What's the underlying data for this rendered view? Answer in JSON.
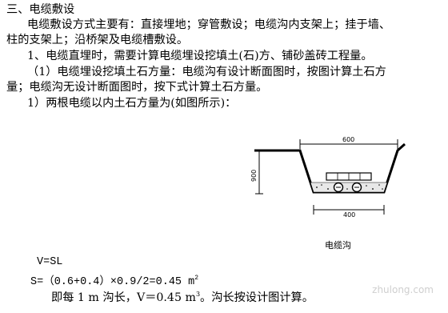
{
  "doc": {
    "heading": "三、电缆敷设",
    "p1_line1": "电缆敷设方式主要有：直接埋地；穿管敷设；电缆沟内支架上；挂于墙、",
    "p1_line2": "柱的支架上；沿桥架及电缆槽敷设。",
    "p2": "1、电缆直埋时，需要计算电缆埋设挖填土(石)方、铺砂盖砖工程量。",
    "p3_line1": "（1）电缆埋设挖填土石方量：电缆沟有设计断面图时，按图计算土石方",
    "p3_line2": "量；电缆沟无设计断面图时，按下式计算土石方量。",
    "p4": "1）两根电缆以内土石方量为(如图所示)："
  },
  "figure": {
    "top_width": "600",
    "depth": "900",
    "bottom_width": "400",
    "caption": "电缆沟"
  },
  "formula": {
    "f1": "V=SL",
    "f2": "S=（0.6+0.4）×0.9/2=0.45 m",
    "f2_sup": "2",
    "f3": "即每 1 m 沟长，V＝0.45 m",
    "f3_sup": "3",
    "f3_end": "。沟长按设计图计算。"
  },
  "watermark": "zhulong.com"
}
